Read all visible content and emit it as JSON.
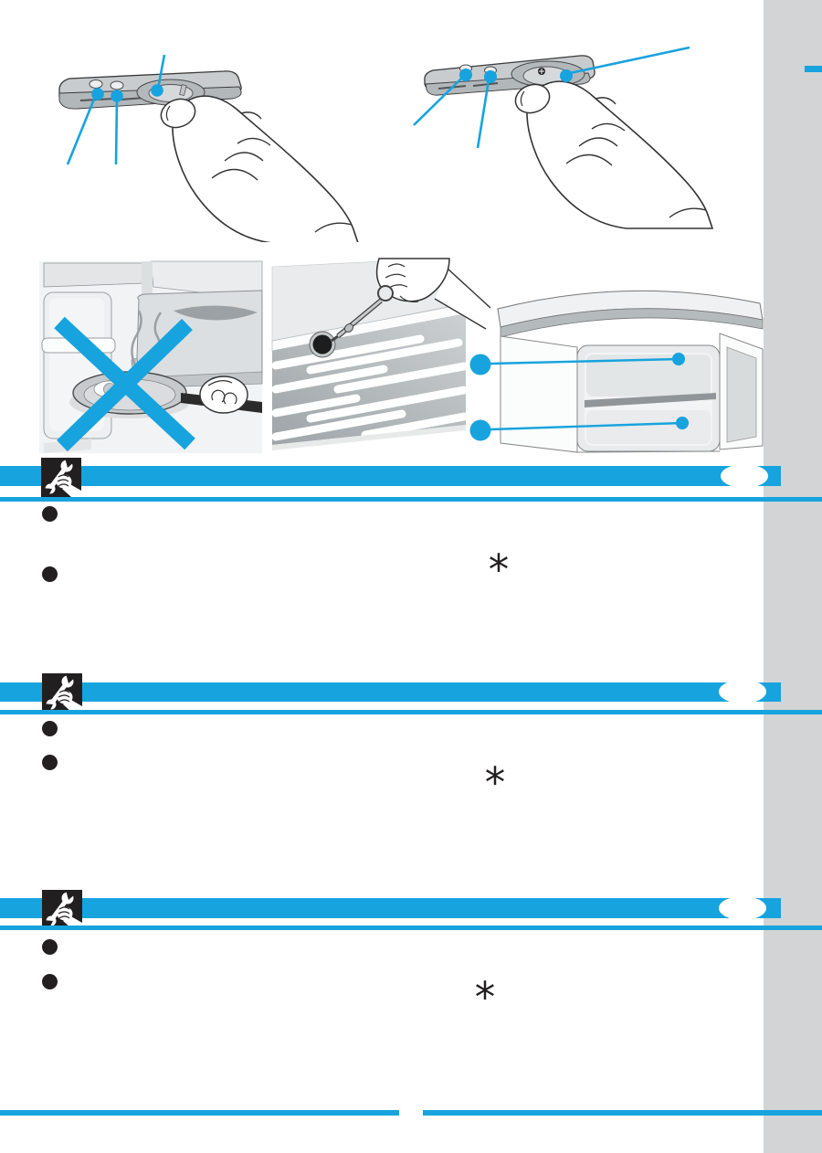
{
  "document": {
    "description": "refrigerator user-manual page, illustrations only, no printed text",
    "page_number": ""
  },
  "colors": {
    "accent_blue": "#17a3de",
    "sidebar_gray": "#d3d4d5",
    "ink_black": "#221f20",
    "paper_white": "#ffffff"
  },
  "figures": {
    "thermostat_left": {
      "name": "hand-turning-thermostat-dial",
      "callout_dots": 3
    },
    "thermostat_right": {
      "name": "hand-turning-thermostat-screw-dial",
      "callout_dots": 3
    },
    "no_hot_pan": {
      "name": "hot-pan-in-fridge-crossed-out",
      "crossed_out": true
    },
    "lamp_tool": {
      "name": "tool-at-lamp-knob-over-grille",
      "callout_dots": 2
    },
    "fridge_compartments": {
      "name": "fridge-two-compartments-open-door",
      "callout_dots": 2
    }
  },
  "sections": [
    {
      "icon": "hand-wrench-icon",
      "heading_text": "",
      "badge_text": "",
      "bullet_points": [
        "",
        ""
      ],
      "footnote_marker": "*"
    },
    {
      "icon": "hand-wrench-icon",
      "heading_text": "",
      "badge_text": "",
      "bullet_points": [
        "",
        ""
      ],
      "footnote_marker": "*"
    },
    {
      "icon": "hand-wrench-icon",
      "heading_text": "",
      "badge_text": "",
      "bullet_points": [
        "",
        ""
      ],
      "footnote_marker": "*"
    }
  ],
  "footer": {
    "page_number": ""
  }
}
